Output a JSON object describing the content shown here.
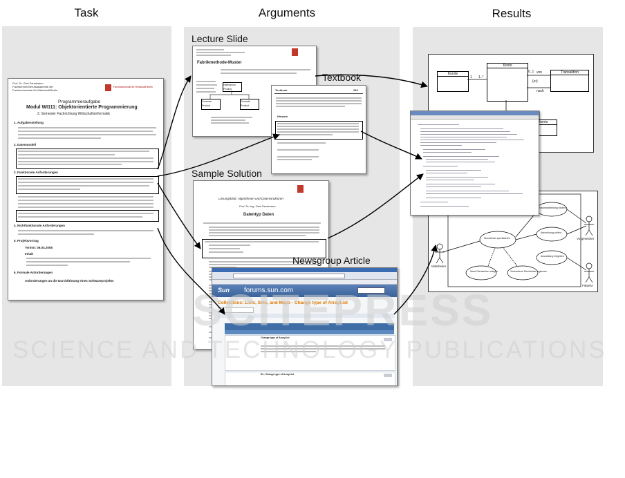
{
  "columns": {
    "task": "Task",
    "arguments": "Arguments",
    "results": "Results"
  },
  "labels": {
    "lecture_slide": "Lecture Slide",
    "textbook": "Textbook",
    "sample_solution": "Sample Solution",
    "newsgroup_article": "Newsgroup Article"
  },
  "task_doc": {
    "author": "Prof. Dr. Gert Faustmann",
    "dept": "Fachbereich Berufsakademie der",
    "school": "Fachhochschule für Wirtschaft Berlin",
    "logo_text": "Fachhochschule für Wirtschaft Berlin",
    "title1": "Programmieraufgabe",
    "title2": "Modul WI111: Objektorientierte Programmierung",
    "title3": "2. Semester Fachrichtung Wirtschaftsinformatik",
    "s1": "1.  Aufgabenstellung",
    "s2": "2.  Datenmodell",
    "s3": "3.  Funktionale Anforderungen",
    "s4": "4.  Nichtfunktionale Anforderungen",
    "s5": "5.  Projektvortrag",
    "termin": "Termin: 06.04.2008",
    "inhalt": "Inhalt",
    "s6": "6.  Formale Anforderungen",
    "s6a": "Anforderungen an die Durchführung eines Softwareprojekts"
  },
  "slide_doc": {
    "title": "Fabrikmethode-Muster",
    "b1": "Hallenphon Product",
    "b2": "Concrete Product",
    "b3": "Concrete Product"
  },
  "textbook_doc": {
    "heading": "Textbook",
    "page": "233",
    "box_title": "Hinweis"
  },
  "solution_doc": {
    "subtitle": "Lösungsblatt: Algorithmen und Datenstrukturen",
    "author": "Prof. Dr. Ing. Gert Faustmann",
    "title": "Datentyp Daten"
  },
  "newsgroup_doc": {
    "site": "forums.sun.com",
    "logo": "Sun",
    "title": "Collections: Lists, Sets, and Maps - Change type of ArrayList",
    "post_title": "Change type of ArrayList",
    "reply_title": "Re: Change type of ArrayList"
  },
  "results": {
    "class_left": "Kunde",
    "class_mid": "Konto",
    "class_right": "Transaktion",
    "class_bottom": "Sparkonto",
    "mult1": "1",
    "mult2": "1..*",
    "mult3": "0..1",
    "von": "von",
    "nach": "nach",
    "or": "{or}",
    "actor1": "Mitarbeiter",
    "actor2": "Vorgesetzter",
    "actor3": "FiBuMA",
    "uc1": "Nachbearbeitung fordern",
    "uc2": "Abrechnung prüfen",
    "uc3": "Dienstreise spezifizieren",
    "uc4": "Auszahlung freigeben",
    "uc5": "Neue Dienstreise anlegen",
    "uc6": "Vorhandene Dienstreise ergänzen"
  },
  "watermark": {
    "line1": "SCITEPRESS",
    "line2": "SCIENCE AND TECHNOLOGY PUBLICATIONS"
  }
}
